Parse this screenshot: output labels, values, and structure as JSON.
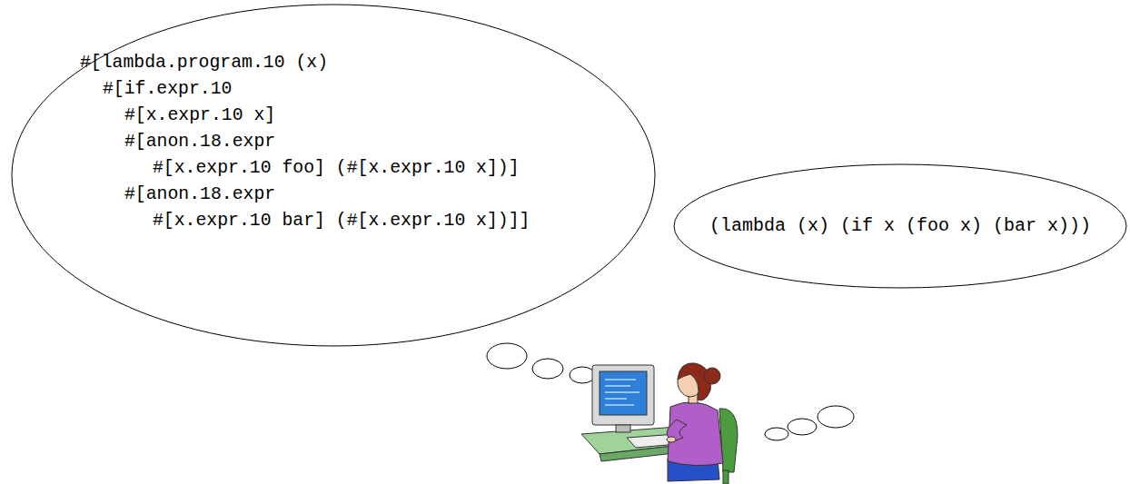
{
  "diagram": {
    "nodes": [
      {
        "text": [
          "#[lambda.program.10 (x)",
          "#[if.expr.10",
          "#[x.expr.10 x]",
          "#[anon.18.expr",
          "#[x.expr.10 foo] (#[x.expr.10 x])]",
          "#[anon.18.expr",
          "#[x.expr.10 bar] (#[x.expr.10 x])]]"
        ]
      },
      {
        "text": [
          "(lambda (x) (if x (foo x) (bar x)))"
        ]
      }
    ]
  }
}
